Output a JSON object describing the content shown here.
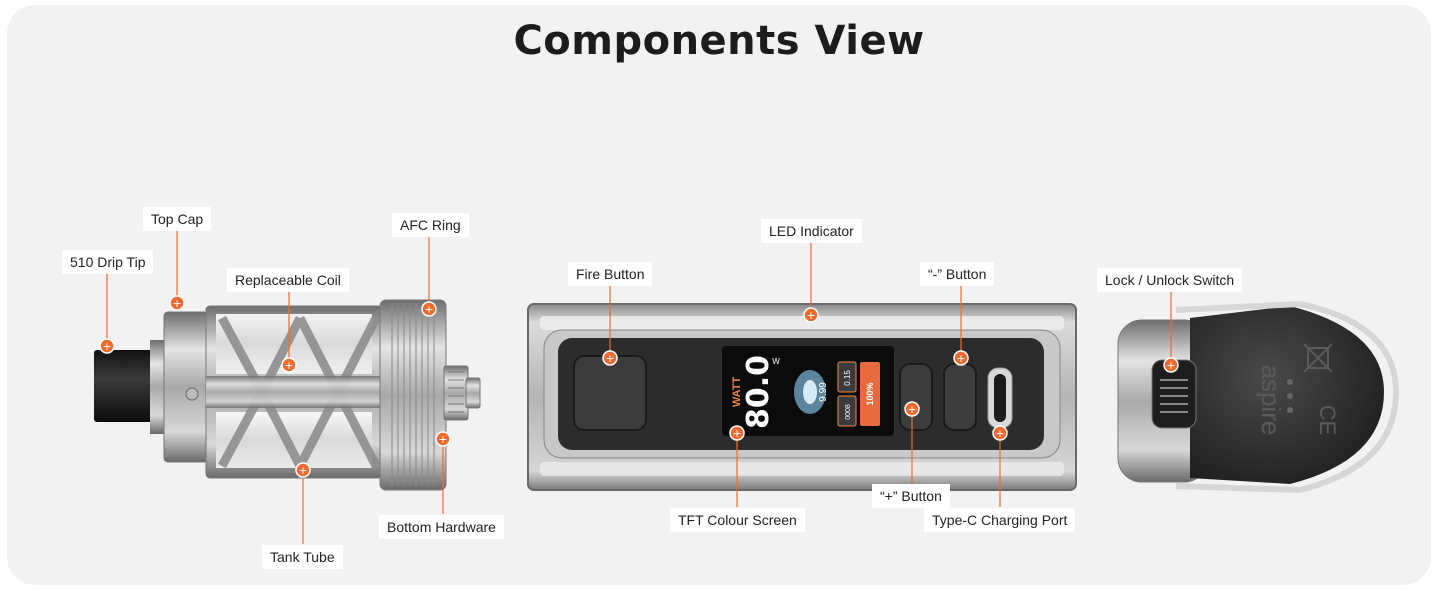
{
  "title": "Components View",
  "colors": {
    "accent": "#ef6a2e",
    "background": "#f2f2f2"
  },
  "labels": {
    "drip_tip": "510 Drip Tip",
    "top_cap": "Top Cap",
    "replaceable_coil": "Replaceable Coil",
    "afc_ring": "AFC Ring",
    "bottom_hardware": "Bottom Hardware",
    "tank_tube": "Tank Tube",
    "fire_button": "Fire Button",
    "led_indicator": "LED Indicator",
    "minus_button": "“-” Button",
    "plus_button": "“+” Button",
    "tft_screen": "TFT Colour Screen",
    "type_c_port": "Type-C Charging Port",
    "lock_switch": "Lock / Unlock Switch"
  },
  "screen": {
    "mode": "WATT",
    "wattage": "80.0",
    "unit": "W",
    "resistance": "0.15",
    "puffs": "9.99",
    "counter": "0008",
    "battery": "100%"
  },
  "device_texts": {
    "brand": "aspire",
    "ce_mark": "CE"
  }
}
